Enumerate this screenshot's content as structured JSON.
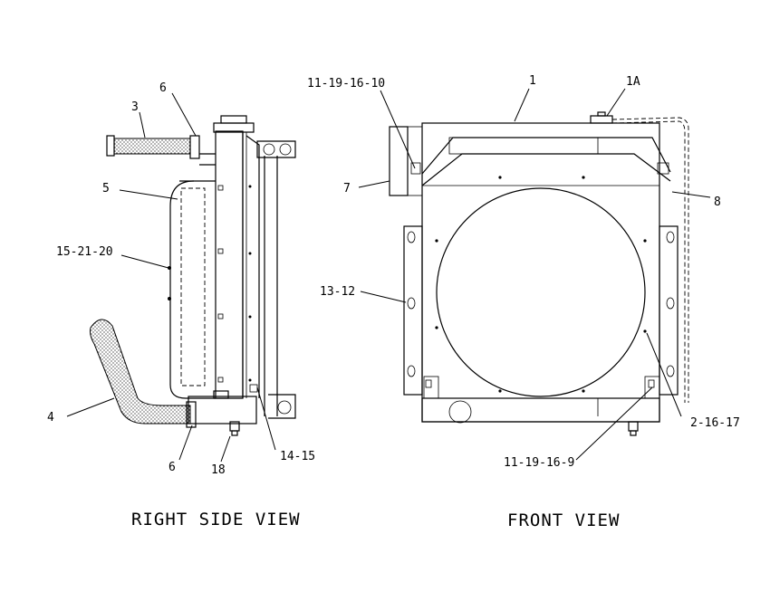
{
  "views": {
    "right_side": {
      "title": "RIGHT SIDE VIEW"
    },
    "front": {
      "title": "FRONT VIEW"
    }
  },
  "callouts": {
    "rs_6_top": "6",
    "rs_3": "3",
    "rs_5": "5",
    "rs_15_21_20": "15-21-20",
    "rs_4": "4",
    "rs_6_bottom": "6",
    "rs_18": "18",
    "rs_14_15": "14-15",
    "fv_11_19_16_10": "11-19-16-10",
    "fv_1": "1",
    "fv_1a": "1A",
    "fv_7": "7",
    "fv_8": "8",
    "fv_13_12": "13-12",
    "fv_2_16_17": "2-16-17",
    "fv_11_19_16_9": "11-19-16-9"
  }
}
